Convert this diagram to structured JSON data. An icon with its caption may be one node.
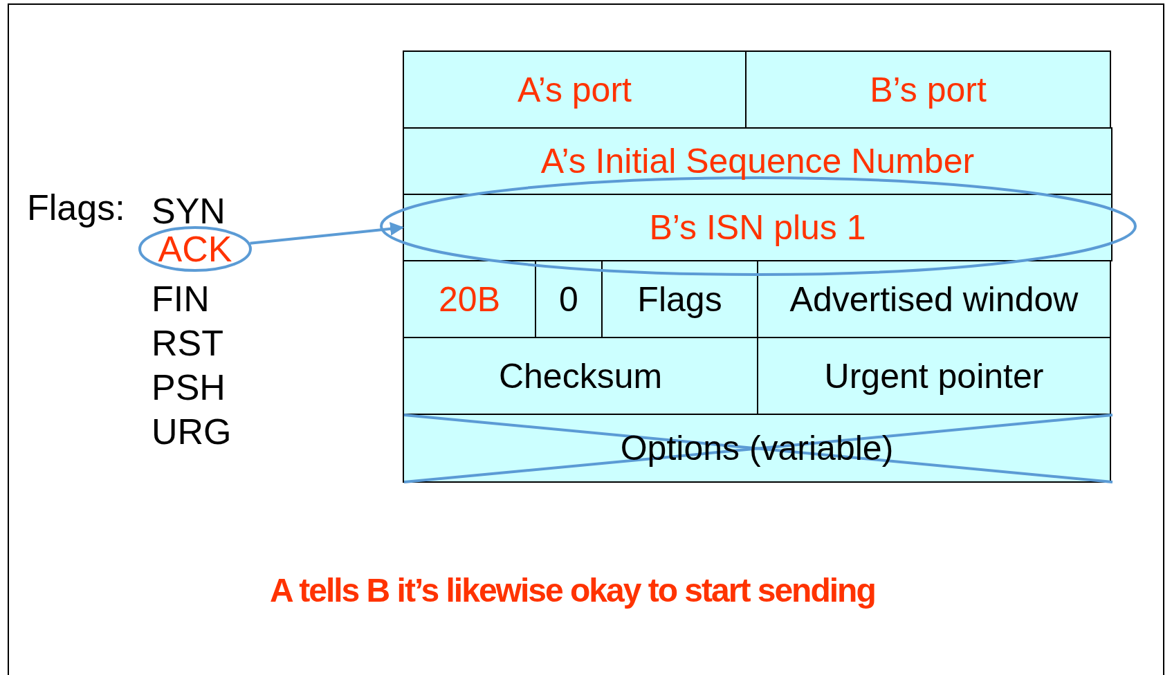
{
  "diagram": {
    "caption": "A tells B it’s likewise okay to start sending",
    "nodes": [
      {
        "text": [
          "A’s port"
        ]
      },
      {
        "text": [
          "B’s port"
        ]
      },
      {
        "text": [
          "A’s Initial Sequence Number"
        ]
      },
      {
        "text": [
          "B’s ISN plus 1"
        ]
      },
      {
        "text": [
          "20B"
        ]
      },
      {
        "text": [
          "0"
        ]
      },
      {
        "text": [
          "Flags"
        ]
      },
      {
        "text": [
          "Advertised window"
        ]
      },
      {
        "text": [
          "Checksum"
        ]
      },
      {
        "text": [
          "Urgent pointer"
        ]
      },
      {
        "text": [
          "Options (variable)"
        ]
      },
      {
        "text": [
          "ACK"
        ]
      }
    ],
    "edges": [
      {
        "from": 11,
        "to": 3,
        "arrow": "to"
      }
    ],
    "labels": [
      "Flags:",
      "SYN",
      "FIN",
      "RST",
      "PSH",
      "URG"
    ]
  }
}
